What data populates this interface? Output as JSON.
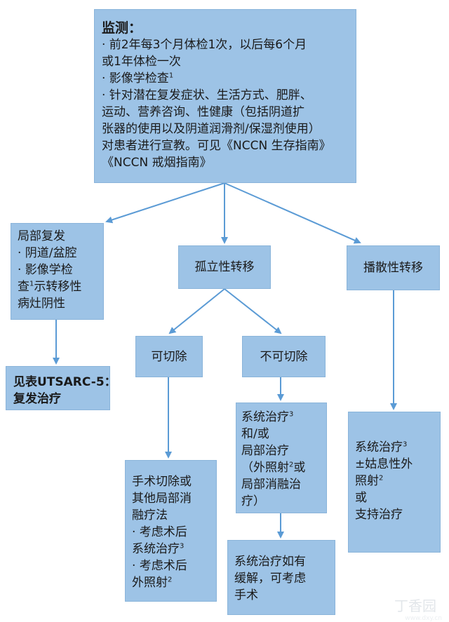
{
  "monitor": {
    "title": "监测：",
    "line1": "· 前2年每3个月体检1次，以后每6个月",
    "line2": "或1年体检一次",
    "line3": "·  影像学检查",
    "line3_sup": "1",
    "line4": "· 针对潜在复发症状、生活方式、肥胖、",
    "line5": "运动、营养咨询、性健康（包括阴道扩",
    "line6": "张器的使用以及阴道润滑剂/保湿剂使用）",
    "line7": "对患者进行宣教。可见《NCCN 生存指南》",
    "line8": "《NCCN 戒烟指南》"
  },
  "local": {
    "line1": "局部复发",
    "line2": "· 阴道/盆腔",
    "line3": "· 影像学检",
    "line4_pre": "查",
    "line4_sup": "1",
    "line4_post": "示转移性",
    "line5": "病灶阴性"
  },
  "table_ref": {
    "line1": "见表UTSARC-5：",
    "line2": "复发治疗"
  },
  "isolated": {
    "label": "孤立性转移"
  },
  "disseminated": {
    "label": "播散性转移"
  },
  "resectable": {
    "label": "可切除"
  },
  "unresectable": {
    "label": "不可切除"
  },
  "surgery": {
    "line1": "手术切除或",
    "line2": "其他局部消",
    "line3": "融疗法",
    "line4": "· 考虑术后",
    "line5_pre": "系统治疗",
    "line5_sup": "3",
    "line6": "· 考虑术后",
    "line7_pre": "外照射",
    "line7_sup": "2"
  },
  "systemic_local": {
    "line1_pre": "系统治疗",
    "line1_sup": "3",
    "line2": "和/或",
    "line3": "局部治疗",
    "line4_pre": "（外照射",
    "line4_sup": "2",
    "line4_post": "或",
    "line5": "局部消融治",
    "line6": "疗）"
  },
  "remission": {
    "line1": "系统治疗如有",
    "line2": "缓解，可考虑",
    "line3": "手术"
  },
  "palliative": {
    "line1_pre": "系统治疗",
    "line1_sup": "3",
    "line2": "±姑息性外",
    "line3": "照射",
    "line3_sup": "2",
    "line4": "或",
    "line5": "支持治疗"
  },
  "watermark": {
    "text": "丁香园",
    "sub": "www.dxy.cn"
  },
  "colors": {
    "box_fill": "#9dc3e6",
    "arrow": "#5b9bd5"
  }
}
